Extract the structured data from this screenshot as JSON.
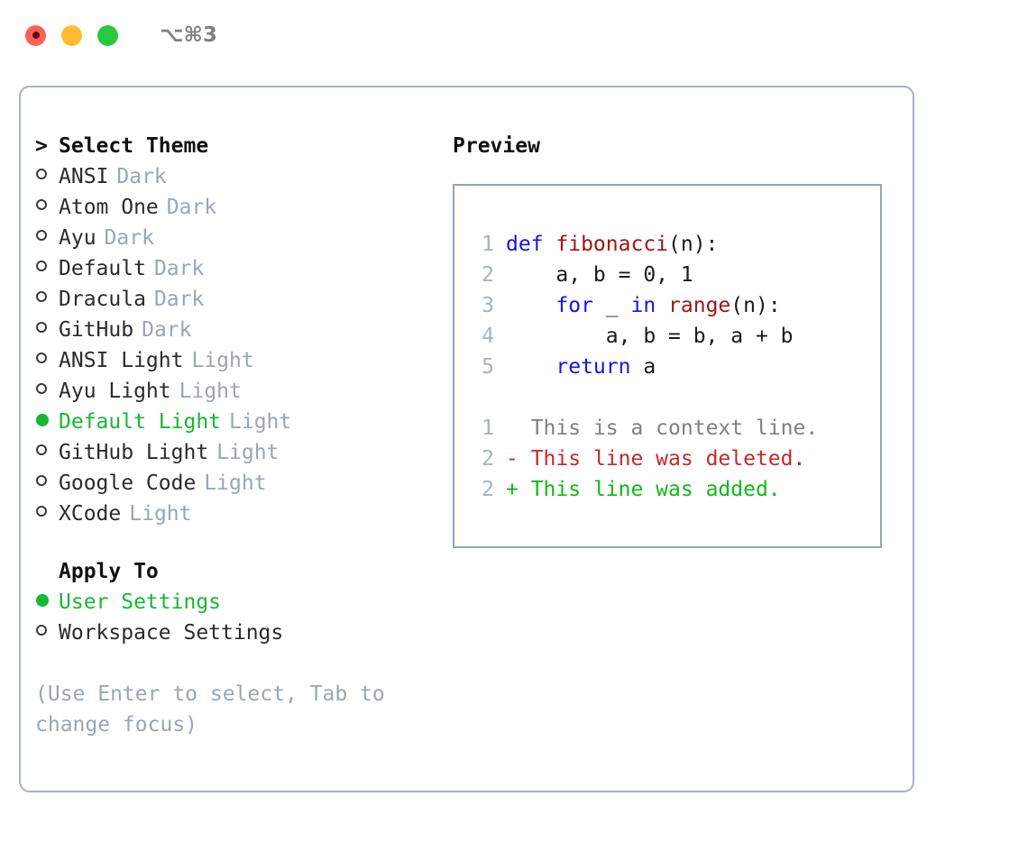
{
  "titlebar": {
    "shortcut": "⌥⌘3",
    "buttons": {
      "close": "close-button",
      "minimize": "minimize-button",
      "maximize": "maximize-button"
    }
  },
  "theme_panel": {
    "heading": "Select Theme",
    "prompt_marker": ">",
    "marker_selected": "●",
    "marker_unselected": "○",
    "items": [
      {
        "name": "ANSI",
        "variant": "Dark",
        "selected": false
      },
      {
        "name": "Atom One",
        "variant": "Dark",
        "selected": false
      },
      {
        "name": "Ayu",
        "variant": "Dark",
        "selected": false
      },
      {
        "name": "Default",
        "variant": "Dark",
        "selected": false
      },
      {
        "name": "Dracula",
        "variant": "Dark",
        "selected": false
      },
      {
        "name": "GitHub",
        "variant": "Dark",
        "selected": false
      },
      {
        "name": "ANSI Light",
        "variant": "Light",
        "selected": false
      },
      {
        "name": "Ayu Light",
        "variant": "Light",
        "selected": false
      },
      {
        "name": "Default Light",
        "variant": "Light",
        "selected": true
      },
      {
        "name": "GitHub Light",
        "variant": "Light",
        "selected": false
      },
      {
        "name": "Google Code",
        "variant": "Light",
        "selected": false
      },
      {
        "name": "XCode",
        "variant": "Light",
        "selected": false
      }
    ]
  },
  "apply_to": {
    "heading": "Apply To",
    "options": [
      {
        "label": "User Settings",
        "selected": true
      },
      {
        "label": "Workspace Settings",
        "selected": false
      }
    ]
  },
  "hint": "(Use Enter to select, Tab to change focus)",
  "preview": {
    "heading": "Preview",
    "code_lines": [
      {
        "n": "1",
        "tokens": [
          {
            "t": "def ",
            "k": "kw"
          },
          {
            "t": "fibonacci",
            "k": "fn"
          },
          {
            "t": "(n):",
            "k": "plain"
          }
        ]
      },
      {
        "n": "2",
        "tokens": [
          {
            "t": "    a, b = 0, 1",
            "k": "plain"
          }
        ]
      },
      {
        "n": "3",
        "tokens": [
          {
            "t": "    ",
            "k": "plain"
          },
          {
            "t": "for",
            "k": "kw"
          },
          {
            "t": " _ ",
            "k": "plain"
          },
          {
            "t": "in",
            "k": "kw"
          },
          {
            "t": " ",
            "k": "plain"
          },
          {
            "t": "range",
            "k": "fn"
          },
          {
            "t": "(n):",
            "k": "plain"
          }
        ]
      },
      {
        "n": "4",
        "tokens": [
          {
            "t": "        a, b = b, a + b",
            "k": "plain"
          }
        ]
      },
      {
        "n": "5",
        "tokens": [
          {
            "t": "    ",
            "k": "plain"
          },
          {
            "t": "return",
            "k": "kw"
          },
          {
            "t": " a",
            "k": "plain"
          }
        ]
      }
    ],
    "diff_lines": [
      {
        "n": "1",
        "sign": " ",
        "text": " This is a context line.",
        "kind": "ctx"
      },
      {
        "n": "2",
        "sign": "-",
        "text": " This line was deleted.",
        "kind": "del"
      },
      {
        "n": "2",
        "sign": "+",
        "text": " This line was added.",
        "kind": "add"
      }
    ]
  },
  "colors": {
    "selected_green": "#17b832",
    "variant_gray": "#9aa5b6",
    "keyword_blue": "#1414e6",
    "function_red": "#a31515",
    "diff_deleted": "#c62828",
    "diff_added": "#12b818",
    "panel_border": "#a8b2c1",
    "preview_border": "#97a3b6"
  }
}
